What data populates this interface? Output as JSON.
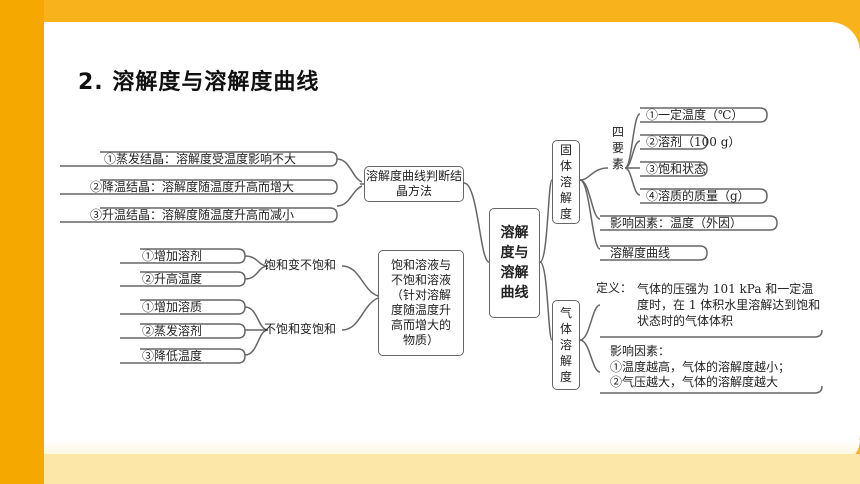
{
  "title": "2. 溶解度与溶解度曲线",
  "center": "溶解度与溶解曲线",
  "top_left": {
    "method_box": "溶解度曲线判断结晶方法",
    "items": [
      "①蒸发结晶：溶解度受温度影响不大",
      "②降温结晶：溶解度随温度升高而增大",
      "③升温结晶：溶解度随温度升高而减小"
    ]
  },
  "bottom_left": {
    "box": "饱和溶液与不饱和溶液（针对溶解度随温度升高而增大的物质）",
    "to_unsaturated": {
      "label": "饱和变不饱和",
      "items": [
        "①增加溶剂",
        "②升高温度"
      ]
    },
    "to_saturated": {
      "label": "不饱和变饱和",
      "items": [
        "①增加溶质",
        "②蒸发溶剂",
        "③降低温度"
      ]
    }
  },
  "solid": {
    "box": "固体溶解度",
    "four_elements_label": "四要素",
    "elements": [
      "①一定温度（℃）",
      "②溶剂（100 g）",
      "③饱和状态",
      "④溶质的质量（g）"
    ],
    "factors": "影响因素：温度（外因）",
    "curve": "溶解度曲线"
  },
  "gas": {
    "box": "气体溶解度",
    "definition_label": "定义：",
    "definition": "气体的压强为 101 kPa 和一定温度时，在 1 体积水里溶解达到饱和状态时的气体体积",
    "factors_title": "影响因素：",
    "factors": [
      "①温度越高，气体的溶解度越小；",
      "②气压越大，气体的溶解度越大"
    ]
  }
}
